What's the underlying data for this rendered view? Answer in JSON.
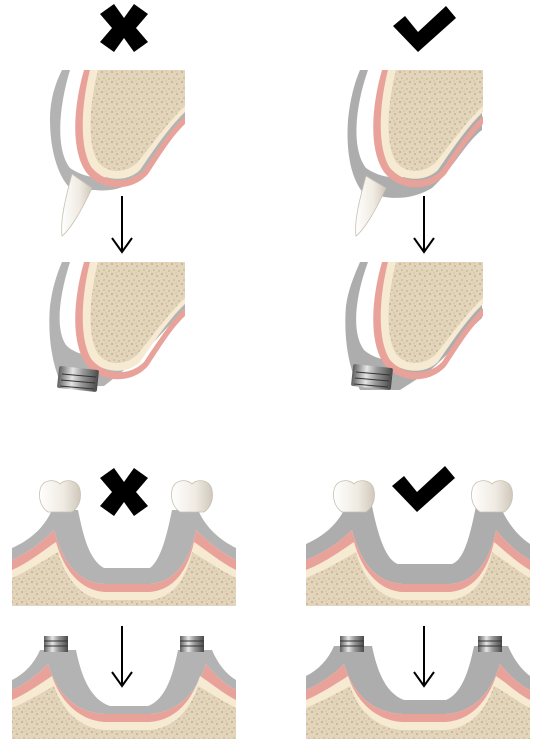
{
  "colors": {
    "background": "#ffffff",
    "bone_texture": "#d9c9ad",
    "bone_base": "#e8dcc4",
    "bone_cortex": "#f6ead2",
    "gingiva_pink": "#e9a29a",
    "gingiva_pink_light": "#f2c2b8",
    "soft_tissue_gray": "#a9a9a9",
    "soft_tissue_gray_light": "#c4c4c4",
    "tooth_enamel": "#f3f0ea",
    "tooth_shadow": "#d6d0c6",
    "metal": "#8a8a8a",
    "symbol": "#000000"
  },
  "panels": [
    {
      "id": "top-left",
      "verdict": "incorrect",
      "symbol_icon": "cross-icon",
      "view": "sagittal"
    },
    {
      "id": "top-right",
      "verdict": "correct",
      "symbol_icon": "checkmark-icon",
      "view": "sagittal"
    },
    {
      "id": "bottom-left",
      "verdict": "incorrect",
      "symbol_icon": "cross-icon",
      "view": "frontal"
    },
    {
      "id": "bottom-right",
      "verdict": "correct",
      "symbol_icon": "checkmark-icon",
      "view": "frontal"
    }
  ],
  "arrows": {
    "icon": "down-arrow-icon"
  }
}
